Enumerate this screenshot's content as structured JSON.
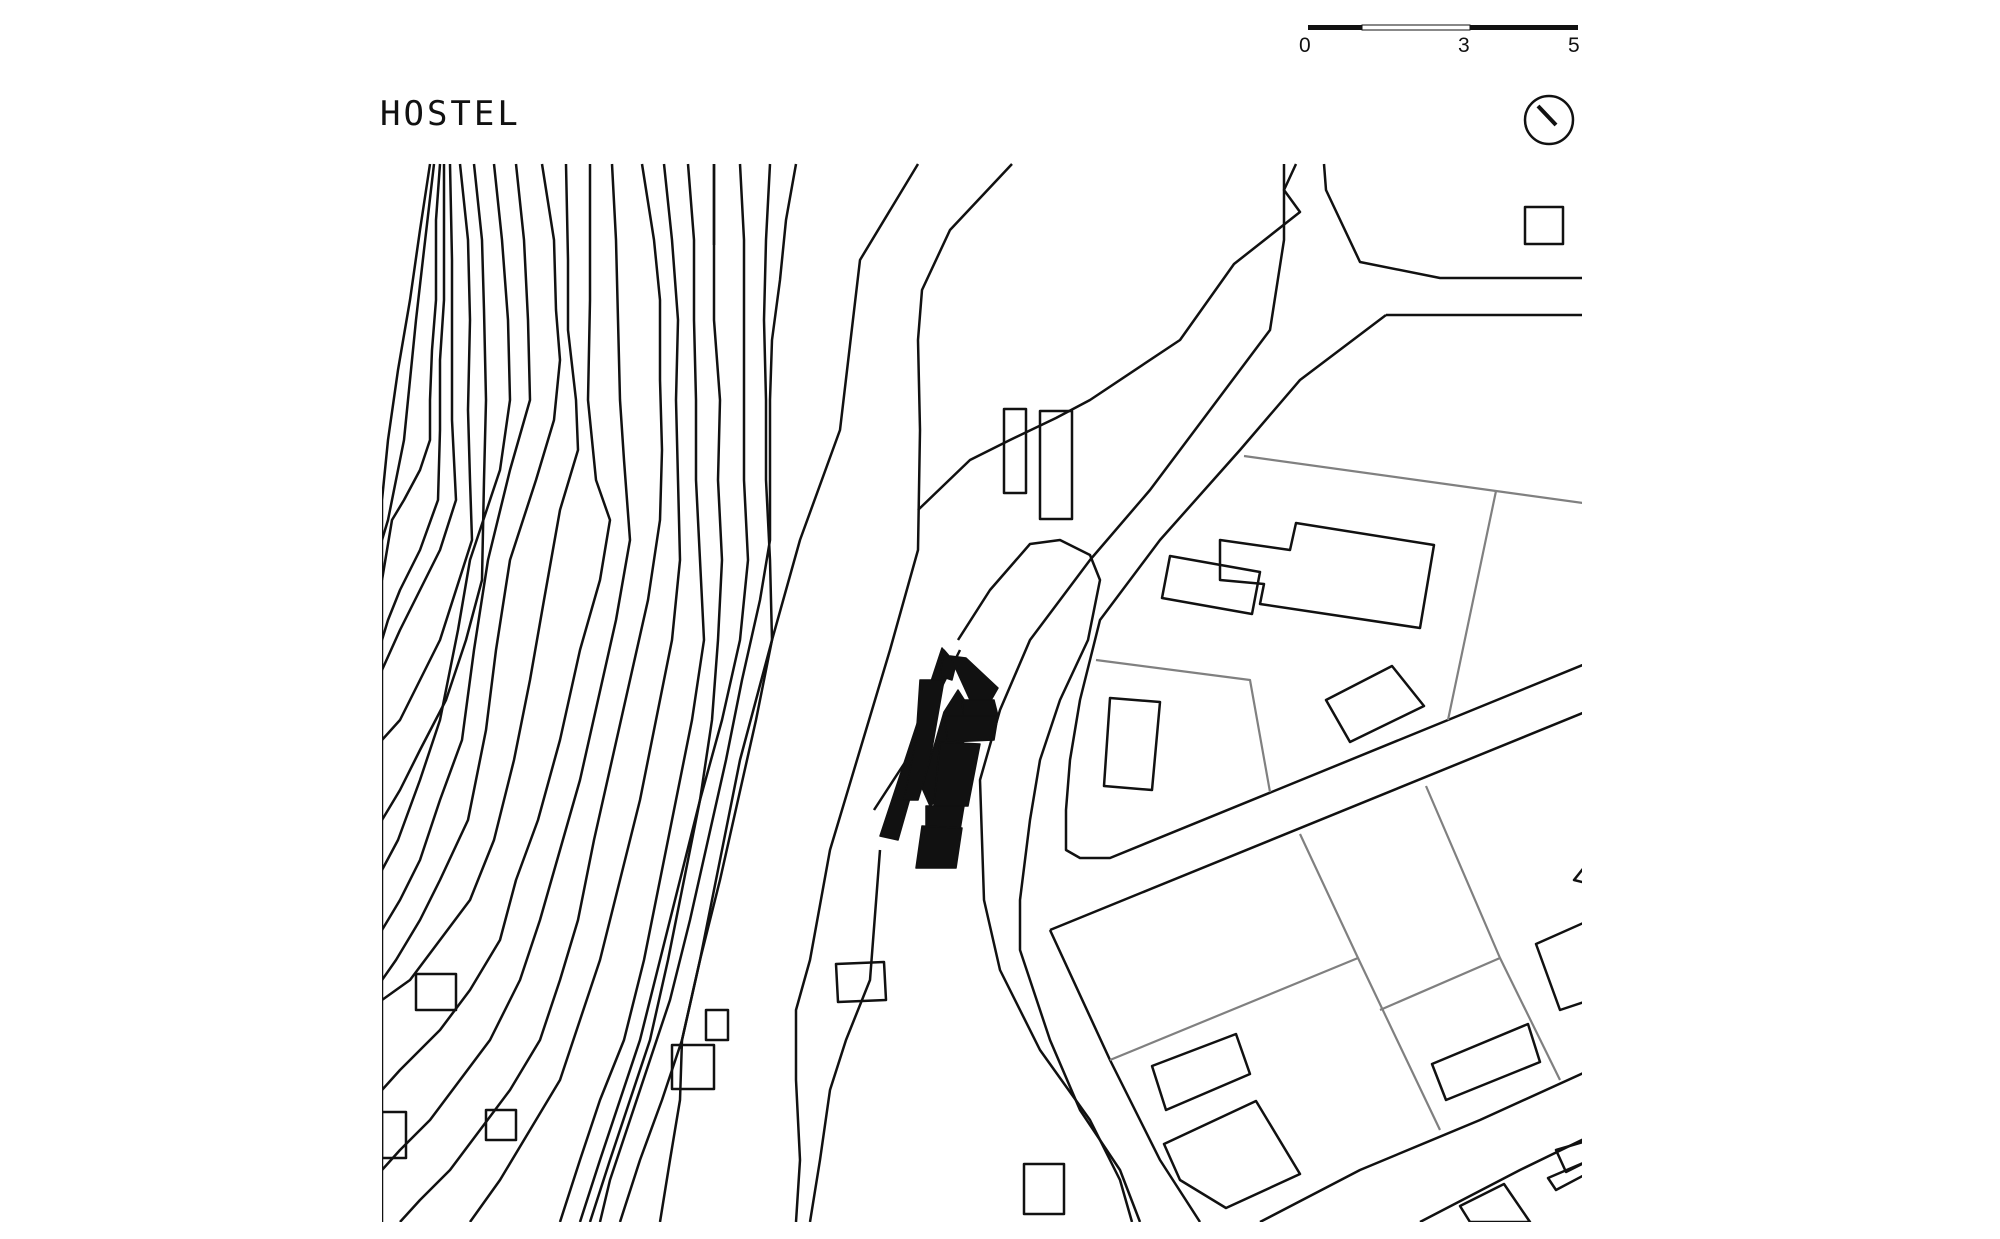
{
  "title": "HOSTEL",
  "scale_bar": {
    "labels": [
      "0",
      "3",
      "5"
    ]
  },
  "north_arrow": {
    "icon": "north-arrow-icon"
  },
  "colors": {
    "linework": "#111111",
    "parcel_lines": "#808080",
    "hostel_building": "#111111",
    "background": "#ffffff"
  }
}
